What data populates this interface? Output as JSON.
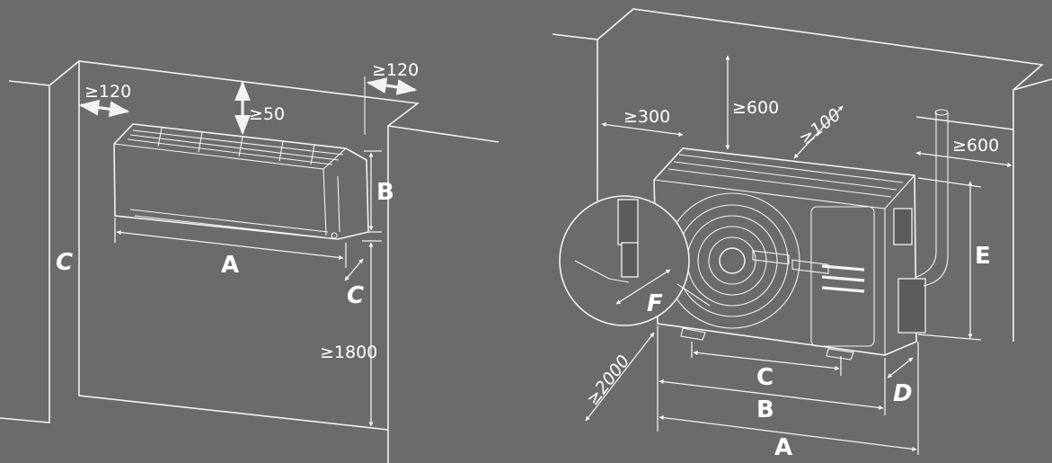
{
  "indoor": {
    "labels": {
      "side_left": "≥120",
      "side_right": "≥120",
      "top": "≥50",
      "height_floor": "≥1800",
      "dim_a": "A",
      "dim_b": "B",
      "dim_c": "C",
      "wall_c": "C"
    }
  },
  "outdoor": {
    "labels": {
      "side_left": "≥300",
      "top": "≥600",
      "rear": "≥100",
      "side_right": "≥600",
      "front": "≥2000",
      "dim_a": "A",
      "dim_b": "B",
      "dim_c": "C",
      "dim_d": "D",
      "dim_e": "E",
      "dim_f": "F"
    }
  },
  "colors": {
    "background": "#6b6b6b",
    "line": "#f2f2f2"
  }
}
